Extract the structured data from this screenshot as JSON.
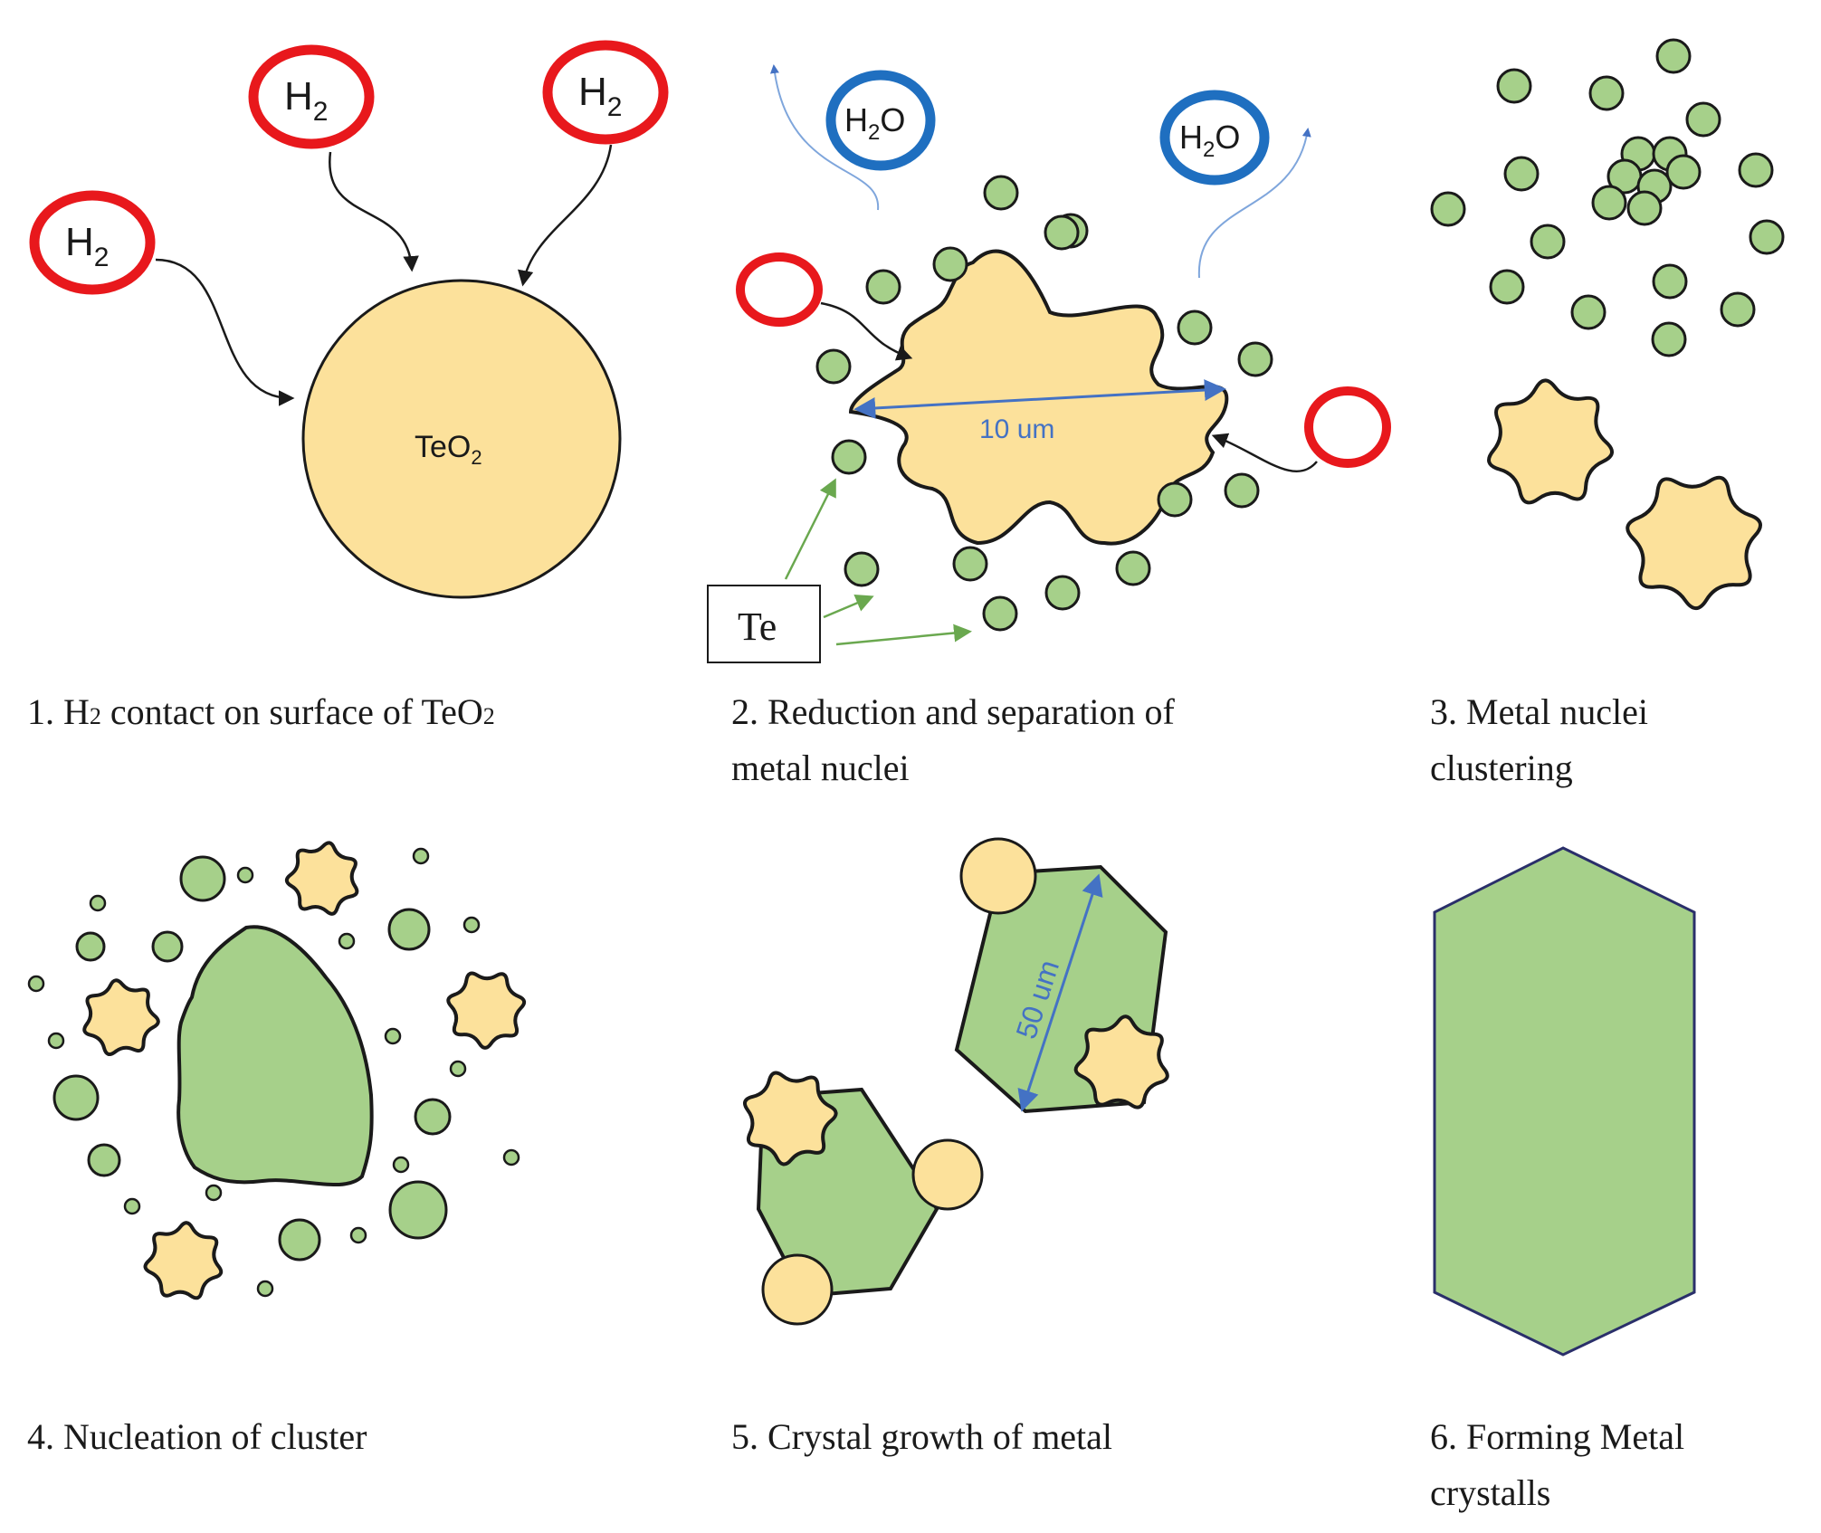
{
  "colors": {
    "yellow_fill": "#fce19b",
    "green_fill": "#a6d08a",
    "h2_ring": "#e8181c",
    "h2o_ring": "#1f6fc0",
    "green_arrow": "#6aa84f",
    "blue_arrow": "#4472c4",
    "outline": "#1a1a1a"
  },
  "labels": {
    "h2_base": "H",
    "h2_sub": "2",
    "h2o_pre": "H",
    "h2o_sub": "2",
    "h2o_post": "O",
    "teo2_base": "TeO",
    "teo2_sub": "2",
    "scale_10": "10 um",
    "scale_50": "50 um",
    "te_box": "Te"
  },
  "captions": {
    "c1_pre": "1. H",
    "c1_sub": "2",
    "c1_mid": " contact on surface of TeO",
    "c1_sub2": "2",
    "c2_line1": "2. Reduction and separation of",
    "c2_line2": "metal nuclei",
    "c3_line1": "3. Metal nuclei",
    "c3_line2": "clustering",
    "c4": "4. Nucleation of cluster",
    "c5": "5. Crystal growth of metal",
    "c6_line1": "6. Forming Metal",
    "c6_line2": "crystalls"
  }
}
